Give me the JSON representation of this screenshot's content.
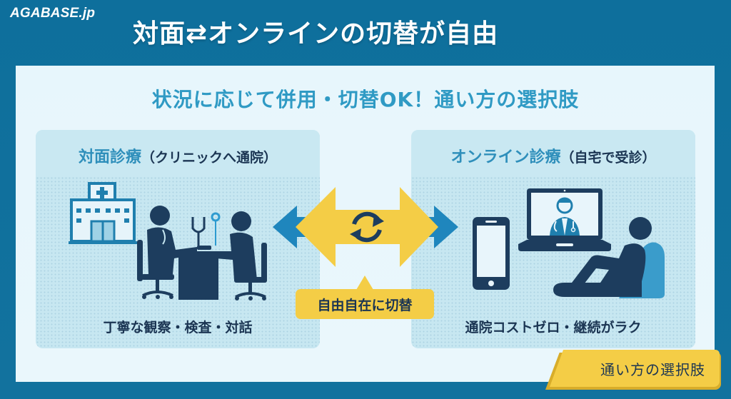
{
  "header": {
    "brand": "AGABASE.jp",
    "title": "対面⇄オンラインの切替が自由"
  },
  "panel": {
    "subtitle": "状況に応じて併用・切替OK！通い方の選択肢"
  },
  "cards": [
    {
      "id": "in-person",
      "title_main": "対面診療",
      "title_sub": "（クリニックへ通院）",
      "caption": "丁寧な観察・検査・対話",
      "icons": [
        "hospital-icon",
        "doctor-icon",
        "stethoscope-icon",
        "desk-icon",
        "patient-icon",
        "office-chair-icon"
      ]
    },
    {
      "id": "online",
      "title_main": "オンライン診療",
      "title_sub": "（自宅で受診）",
      "caption": "通院コストゼロ・継続がラク",
      "icons": [
        "smartphone-icon",
        "laptop-icon",
        "video-doctor-icon",
        "relaxing-patient-icon",
        "sofa-icon"
      ]
    }
  ],
  "switch": {
    "icon": "sync-icon",
    "badge": "自由自在に切替"
  },
  "footer_tag": "通い方の選択肢",
  "colors": {
    "frame": "#0e6f9c",
    "panel": "#e7f6fc",
    "card": "#c7e7f1",
    "accent_blue": "#2f9ac4",
    "navy": "#1b3553",
    "yellow": "#f4cd46",
    "arrow_blue": "#1f86bd"
  }
}
